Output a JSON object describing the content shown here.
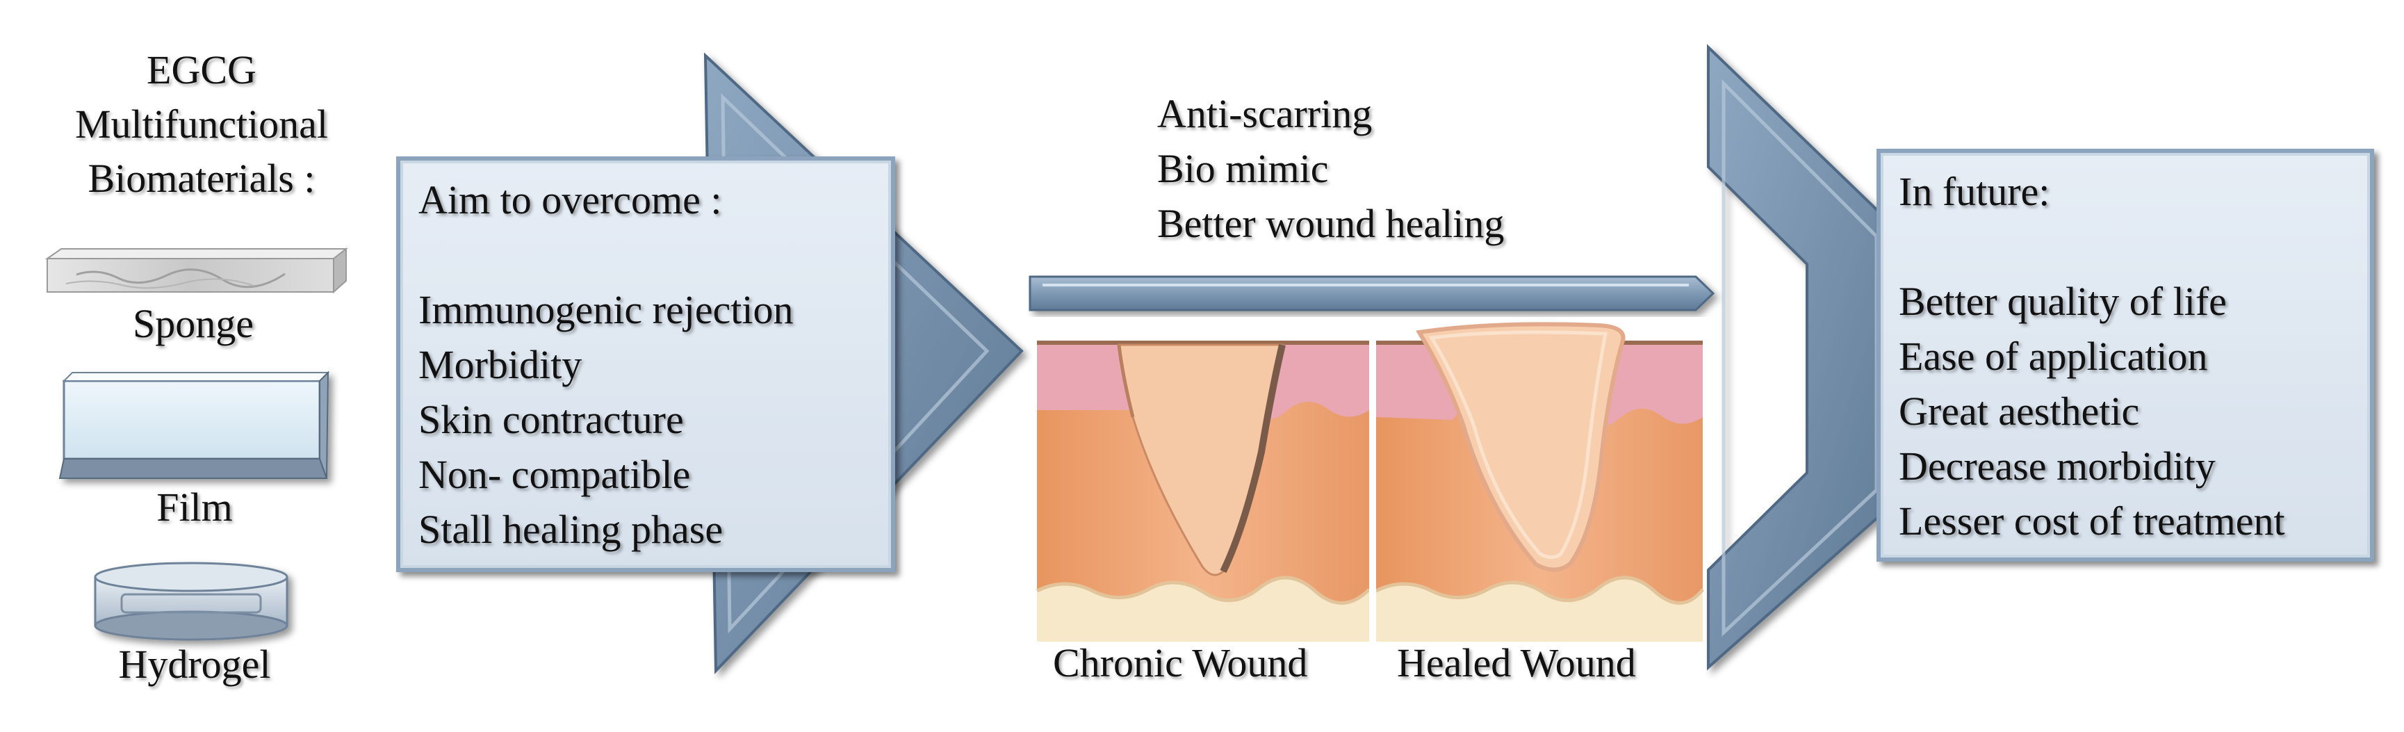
{
  "title_lines": [
    "EGCG",
    "Multifunctional",
    "Biomaterials :"
  ],
  "materials": [
    {
      "label": "Sponge",
      "icon": "sponge-icon"
    },
    {
      "label": "Film",
      "icon": "film-icon"
    },
    {
      "label": "Hydrogel",
      "icon": "hydrogel-icon"
    }
  ],
  "overcome_box": {
    "heading": "Aim to overcome :",
    "items": [
      "Immunogenic rejection",
      "Morbidity",
      "Skin contracture",
      "Non- compatible",
      "Stall healing phase"
    ]
  },
  "benefits": [
    "Anti-scarring",
    "Bio mimic",
    "Better wound healing"
  ],
  "wounds": {
    "chronic_label": "Chronic Wound",
    "healed_label": "Healed Wound"
  },
  "future_box": {
    "heading": "In future:",
    "items": [
      "Better quality of life",
      "Ease of application",
      "Great aesthetic",
      "Decrease morbidity",
      "Lesser cost of treatment"
    ]
  },
  "colors": {
    "arrow_fill": "#7e97b2",
    "arrow_dark": "#5b7590",
    "box_fill": "#dfe7f0",
    "box_border": "#8ba3bd",
    "skin_tissue": "#f0a67a",
    "epidermis_pink": "#e8a8b4",
    "fat_layer": "#f4e6c4",
    "wound_fill": "#f6c9a6"
  }
}
